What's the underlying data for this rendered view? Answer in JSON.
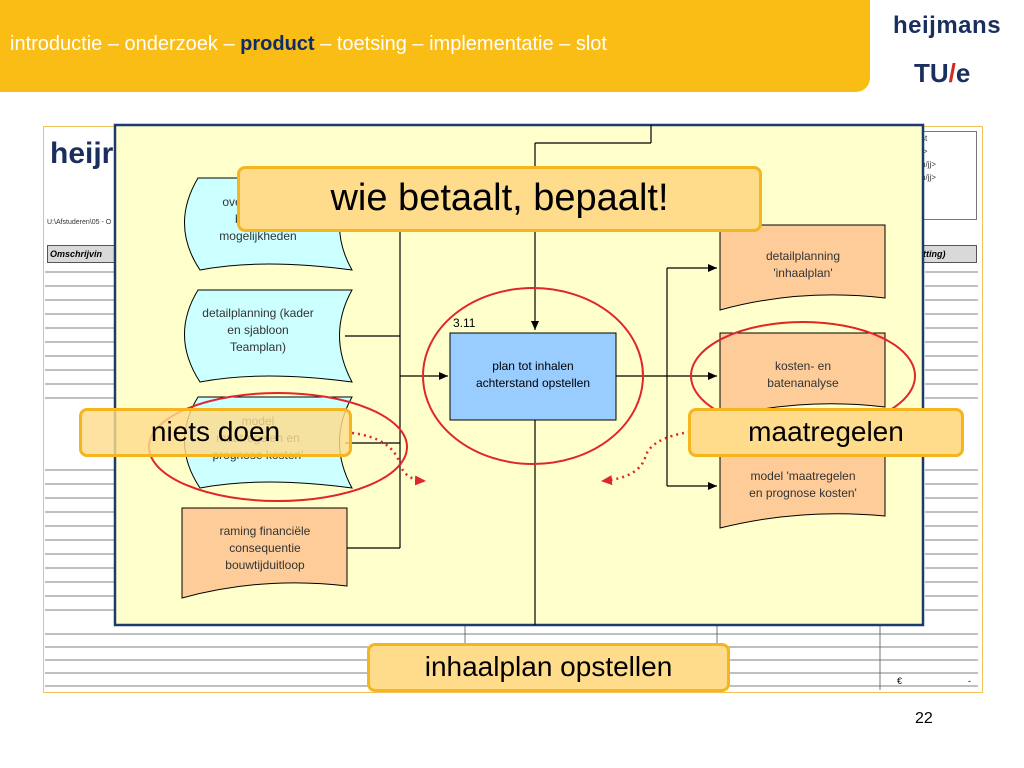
{
  "header": {
    "nav_before": "introductie – onderzoek – ",
    "nav_current": "product",
    "nav_after": " – toetsing – implementatie – slot",
    "logo_heijmans": "heijmans",
    "logo_tue_left": "TU",
    "logo_tue_slash": "/",
    "logo_tue_right": "e"
  },
  "document": {
    "logo": "heijr",
    "path": "U:\\Afstuderen\\05 - O",
    "col_header_left": "Omschrijvin",
    "col_header_right": "atting)",
    "topright_lines": [
      "st",
      "i>",
      "n/jj>",
      "n/jj>"
    ],
    "euro": "€",
    "dash": "-"
  },
  "flowchart": {
    "inputs": [
      "overzicht met\nbekende\nmogelijkheden",
      "detailplanning (kader\nen sjabloon\nTeamplan)",
      "model\nmaatregelen en\nprognose kosten'",
      "raming financiële\nconsequentie\nbouwtijduitloop"
    ],
    "process_number": "3.11",
    "process_label": "plan tot inhalen\nachterstand opstellen",
    "outputs": [
      "detailplanning\n'inhaalplan'",
      "kosten- en\nbatenanalyse",
      "model 'maatregelen\nen prognose kosten'"
    ]
  },
  "callouts": {
    "top": "wie betaalt, bepaalt!",
    "left": "niets doen",
    "right": "maatregelen",
    "bottom": "inhaalplan opstellen"
  },
  "colors": {
    "header": "#f9bd16",
    "header_text": "#ffffff",
    "nav_current": "#0b2d6b",
    "logo": "#1b2f5e",
    "diagram_bg": "#ffffcc",
    "diagram_border": "#1b3a6e",
    "input_doc": "#ccffff",
    "output_doc": "#fdcc99",
    "process": "#99ccff",
    "circle": "#e0262b",
    "callout_fill": "#fedc8c",
    "callout_border": "#f4b51e"
  },
  "page": {
    "number": "22"
  }
}
